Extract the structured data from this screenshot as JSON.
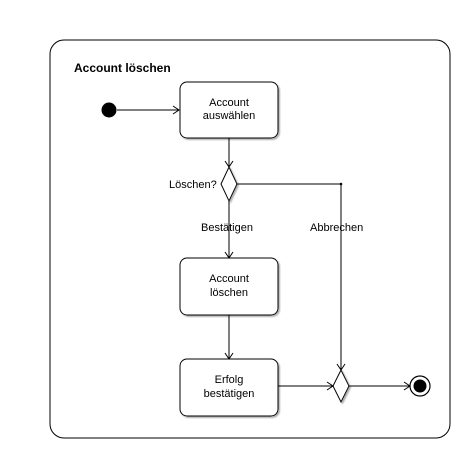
{
  "diagram": {
    "title": "Account löschen",
    "nodes": {
      "select_account": {
        "line1": "Account",
        "line2": "auswählen"
      },
      "delete_account": {
        "line1": "Account",
        "line2": "löschen"
      },
      "confirm_success": {
        "line1": "Erfolg",
        "line2": "bestätigen"
      }
    },
    "labels": {
      "decision_question": "Löschen?",
      "confirm_guard": "Bestätigen",
      "cancel_guard": "Abbrechen"
    }
  }
}
